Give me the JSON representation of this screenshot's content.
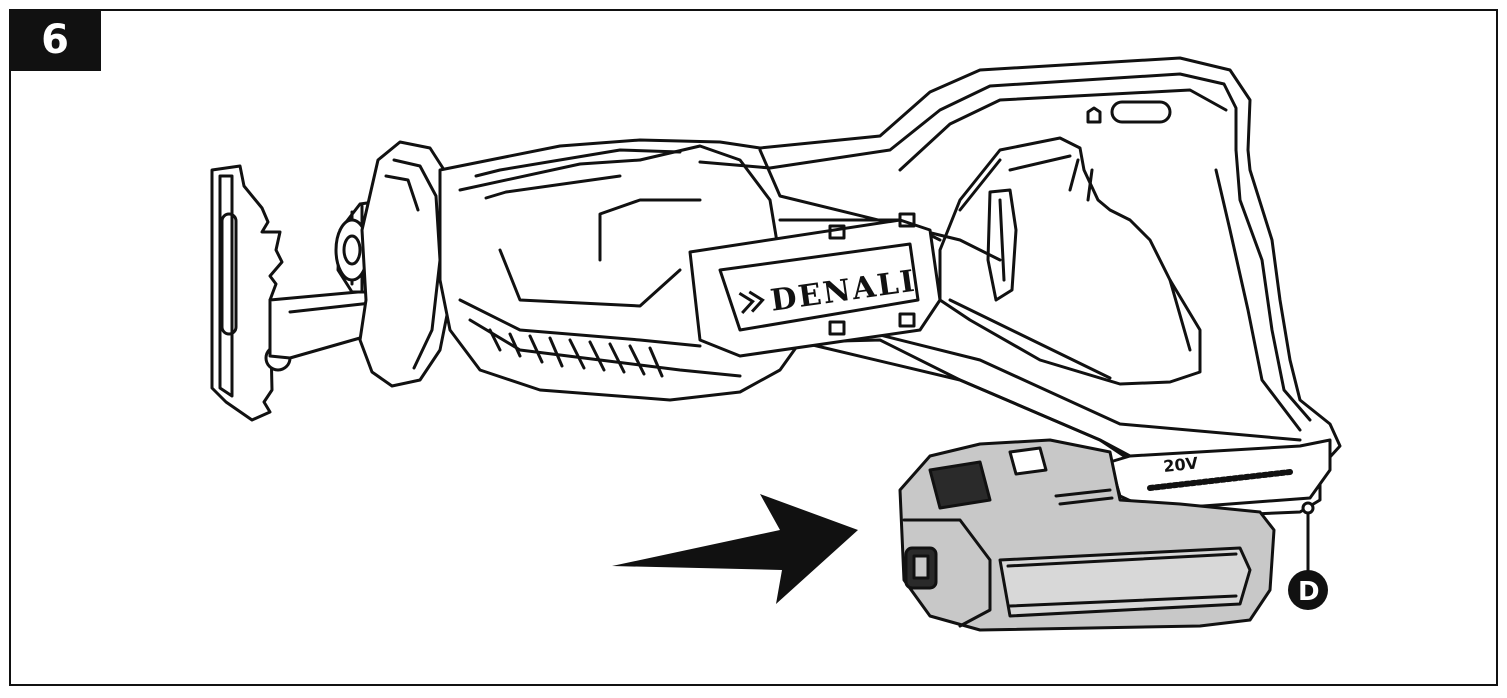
{
  "figure": {
    "step_number": "6",
    "brand_label": "DENALI",
    "voltage_label": "20V",
    "callout_label": "D",
    "arrow_icon": "insert-arrow-icon",
    "colors": {
      "line": "#111111",
      "battery_fill": "#c8c8c8",
      "battery_dark": "#2a2a2a",
      "badge": "#111111"
    }
  }
}
